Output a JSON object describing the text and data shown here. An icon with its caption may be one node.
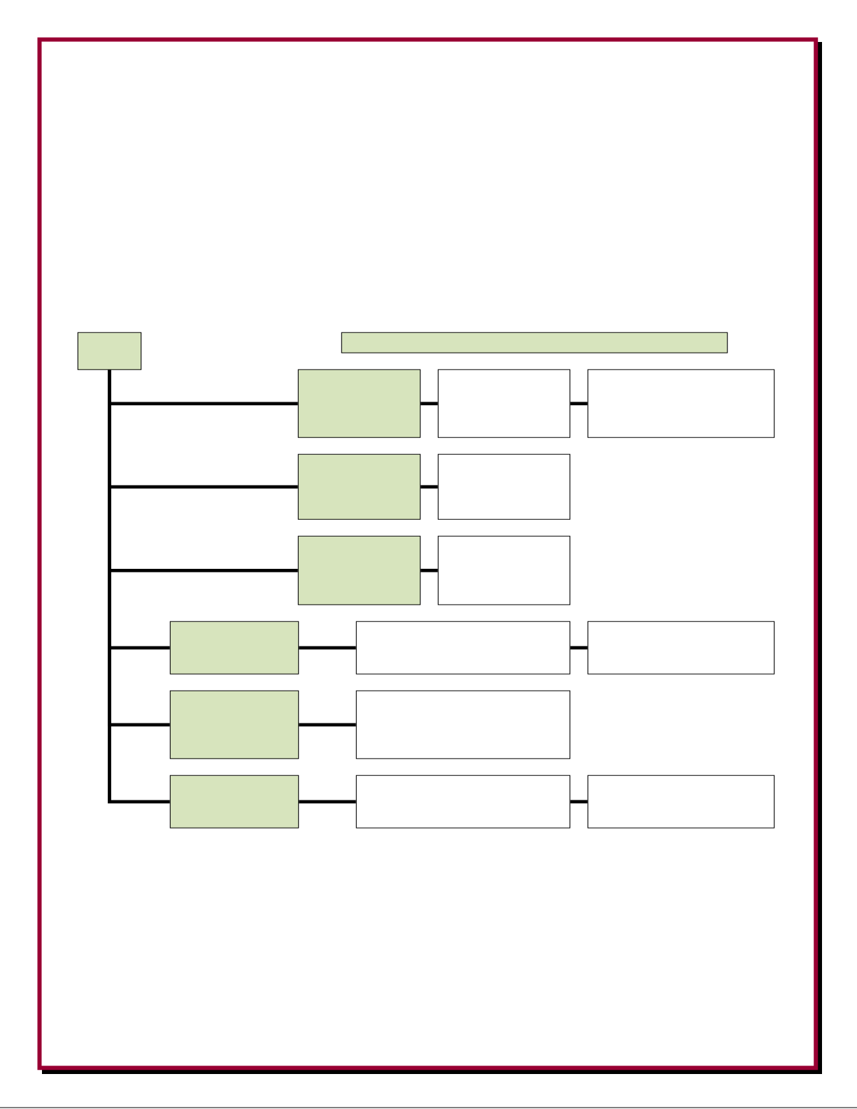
{
  "diagram": {
    "nodes": [
      {
        "text": [],
        "shape": "box"
      },
      {
        "text": [],
        "shape": "box"
      },
      {
        "text": [],
        "shape": "box"
      },
      {
        "text": [],
        "shape": "box"
      },
      {
        "text": [],
        "shape": "box"
      },
      {
        "text": [],
        "shape": "box"
      },
      {
        "text": [],
        "shape": "box"
      },
      {
        "text": [],
        "shape": "box"
      },
      {
        "text": [],
        "shape": "box"
      },
      {
        "text": [],
        "shape": "box"
      },
      {
        "text": [],
        "shape": "box"
      },
      {
        "text": [],
        "shape": "box"
      },
      {
        "text": [],
        "shape": "box"
      },
      {
        "text": [],
        "shape": "box"
      },
      {
        "text": [],
        "shape": "box"
      },
      {
        "text": [],
        "shape": "box"
      },
      {
        "text": [],
        "shape": "box"
      }
    ],
    "edges": [
      {
        "from": 0,
        "to": 2,
        "arrow": "none"
      },
      {
        "from": 2,
        "to": 3,
        "arrow": "none"
      },
      {
        "from": 3,
        "to": 4,
        "arrow": "none"
      },
      {
        "from": 0,
        "to": 5,
        "arrow": "none"
      },
      {
        "from": 5,
        "to": 6,
        "arrow": "none"
      },
      {
        "from": 0,
        "to": 7,
        "arrow": "none"
      },
      {
        "from": 7,
        "to": 8,
        "arrow": "none"
      },
      {
        "from": 0,
        "to": 9,
        "arrow": "none"
      },
      {
        "from": 9,
        "to": 10,
        "arrow": "none"
      },
      {
        "from": 10,
        "to": 11,
        "arrow": "none"
      },
      {
        "from": 0,
        "to": 12,
        "arrow": "none"
      },
      {
        "from": 12,
        "to": 13,
        "arrow": "none"
      },
      {
        "from": 0,
        "to": 14,
        "arrow": "none"
      },
      {
        "from": 14,
        "to": 15,
        "arrow": "none"
      },
      {
        "from": 15,
        "to": 16,
        "arrow": "none"
      }
    ]
  }
}
